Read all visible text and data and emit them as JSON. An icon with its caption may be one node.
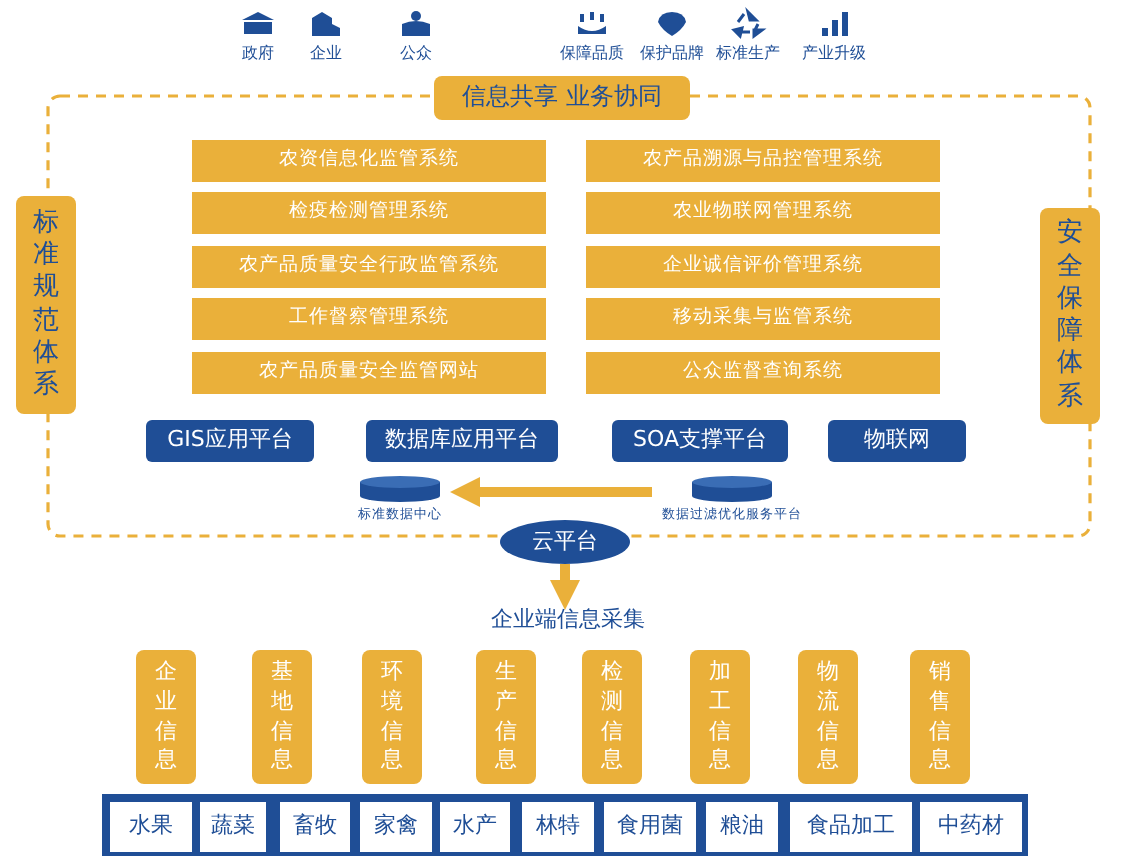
{
  "diagram": {
    "nodes": [
      {
        "text": [
          "信息共享 业务协同"
        ]
      },
      {
        "text": [
          "农资信息化监管系统"
        ]
      },
      {
        "text": [
          "农产品溯源与品控管理系统"
        ]
      },
      {
        "text": [
          "检疫检测管理系统"
        ]
      },
      {
        "text": [
          "农业物联网管理系统"
        ]
      },
      {
        "text": [
          "农产品质量安全行政监管系统"
        ]
      },
      {
        "text": [
          "企业诚信评价管理系统"
        ]
      },
      {
        "text": [
          "工作督察管理系统"
        ]
      },
      {
        "text": [
          "移动采集与监管系统"
        ]
      },
      {
        "text": [
          "农产品质量安全监管网站"
        ]
      },
      {
        "text": [
          "公众监督查询系统"
        ]
      },
      {
        "text": [
          "标准规范体系"
        ]
      },
      {
        "text": [
          "安全保障体系"
        ]
      },
      {
        "text": [
          "GIS应用平台"
        ]
      },
      {
        "text": [
          "数据库应用平台"
        ]
      },
      {
        "text": [
          "SOA支撑平台"
        ]
      },
      {
        "text": [
          "物联网"
        ]
      },
      {
        "text": [
          "标准数据中心"
        ]
      },
      {
        "text": [
          "数据过滤优化服务平台"
        ]
      },
      {
        "text": [
          "云平台"
        ]
      },
      {
        "text": [
          "企业端信息采集"
        ]
      },
      {
        "text": [
          "企业信息"
        ]
      },
      {
        "text": [
          "基地信息"
        ]
      },
      {
        "text": [
          "环境信息"
        ]
      },
      {
        "text": [
          "生产信息"
        ]
      },
      {
        "text": [
          "检测信息"
        ]
      },
      {
        "text": [
          "加工信息"
        ]
      },
      {
        "text": [
          "物流信息"
        ]
      },
      {
        "text": [
          "销售信息"
        ]
      },
      {
        "text": [],
        "shape": "bar"
      },
      {
        "text": [
          "水果"
        ],
        "in": 29
      },
      {
        "text": [
          "蔬菜"
        ],
        "in": 29
      },
      {
        "text": [
          "畜牧"
        ],
        "in": 29
      },
      {
        "text": [
          "家禽"
        ],
        "in": 29
      },
      {
        "text": [
          "水产"
        ],
        "in": 29
      },
      {
        "text": [
          "林特"
        ],
        "in": 29
      },
      {
        "text": [
          "食用菌"
        ],
        "in": 29
      },
      {
        "text": [
          "粮油"
        ],
        "in": 29
      },
      {
        "text": [
          "食品加工"
        ],
        "in": 29
      },
      {
        "text": [
          "中药材"
        ],
        "in": 29
      }
    ],
    "edges": [
      {
        "from": 18,
        "to": 17,
        "arrow": "to"
      },
      {
        "from": 19,
        "to": 20,
        "arrow": "to"
      }
    ],
    "labels": [
      "政府",
      "企业",
      "公众",
      "保障品质",
      "保护品牌",
      "标准生产",
      "产业升级"
    ]
  }
}
